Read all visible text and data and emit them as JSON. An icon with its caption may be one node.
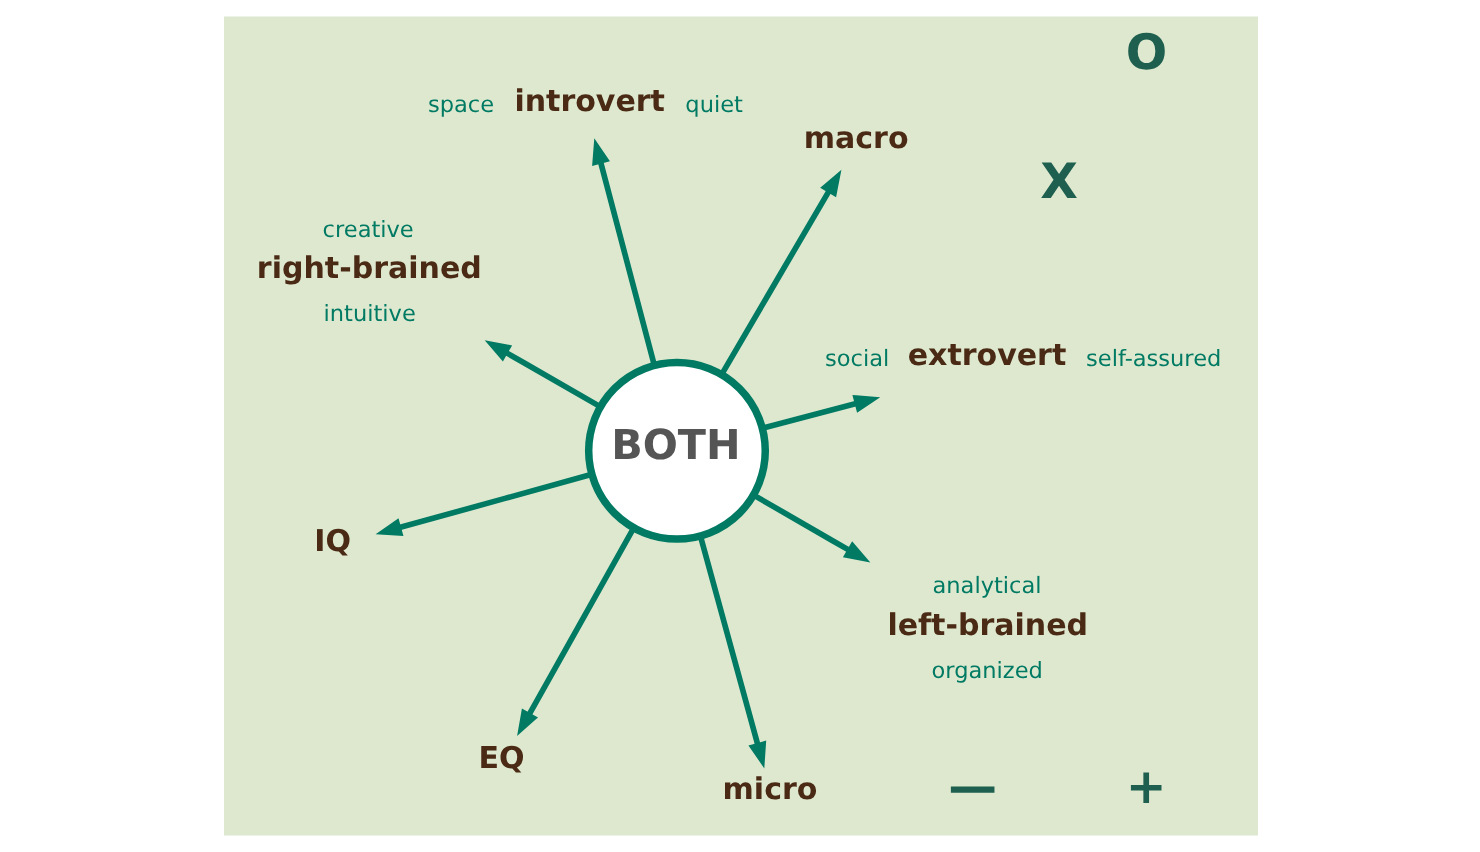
{
  "diagram": {
    "nodes": [
      {
        "text": [
          "BOTH"
        ]
      },
      {
        "text": [
          "extrovert"
        ],
        "beside": [
          "social",
          "self-assured"
        ]
      },
      {
        "text": [
          "EQ"
        ]
      },
      {
        "text": [
          "right-brained"
        ],
        "beside": [
          "creative",
          "intuitive"
        ]
      },
      {
        "text": [
          "macro"
        ]
      },
      {
        "text": [
          "introvert"
        ],
        "beside": [
          "space",
          "quiet"
        ]
      },
      {
        "text": [
          "IQ"
        ]
      },
      {
        "text": [
          "left-brained"
        ],
        "beside": [
          "analytical",
          "organized"
        ]
      },
      {
        "text": [
          "micro"
        ]
      }
    ],
    "edges": [
      {
        "from": 0,
        "to": 1,
        "arrow": "to"
      },
      {
        "from": 0,
        "to": 2,
        "arrow": "to"
      },
      {
        "from": 0,
        "to": 3,
        "arrow": "to"
      },
      {
        "from": 0,
        "to": 4,
        "arrow": "to"
      },
      {
        "from": 0,
        "to": 5,
        "arrow": "to"
      },
      {
        "from": 0,
        "to": 6,
        "arrow": "to"
      },
      {
        "from": 0,
        "to": 7,
        "arrow": "to"
      },
      {
        "from": 0,
        "to": 8,
        "arrow": "to"
      }
    ],
    "labels": [
      "X",
      "O",
      "—",
      "+"
    ]
  }
}
